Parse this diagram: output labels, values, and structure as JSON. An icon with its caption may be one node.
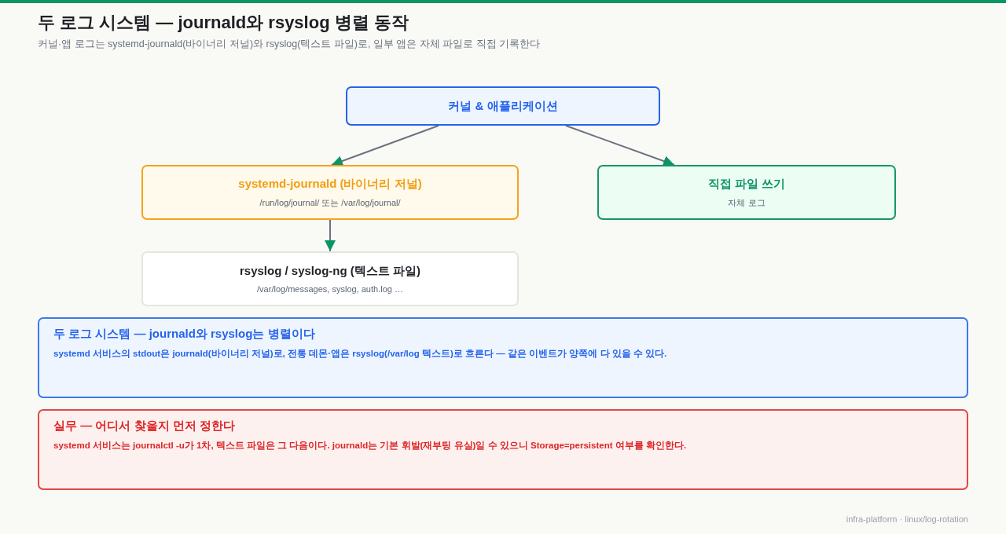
{
  "diagram": {
    "title": "두 로그 시스템 — journald와 rsyslog 병렬 동작",
    "nodes": [
      {
        "text": [
          "커널 & 애플리케이션"
        ]
      },
      {
        "text": [
          "systemd-journald (바이너리 저널)",
          "/run/log/journal/ 또는 /var/log/journal/"
        ]
      },
      {
        "text": [
          "직접 파일 쓰기",
          "자체 로그"
        ]
      },
      {
        "text": [
          "rsyslog / syslog-ng (텍스트 파일)",
          "/var/log/messages, syslog, auth.log …"
        ]
      },
      {
        "text": [
          "두 로그 시스템 — journald와 rsyslog는 병렬이다",
          "systemd 서비스의 stdout은 journald(바이너리 저널)로, 전통 데몬·앱은 rsyslog(/var/log 텍스트)로 흐른다 — 같은 이벤트가 양쪽에 다 있을 수 있다."
        ]
      },
      {
        "text": [
          "실무 — 어디서 찾을지 먼저 정한다",
          "systemd 서비스는 journalctl -u가 1차, 텍스트 파일은 그 다음이다. journald는 기본 휘발(재부팅 유실)일 수 있으니 Storage=persistent 여부를 확인한다."
        ]
      }
    ],
    "edges": [
      {
        "from": 0,
        "to": 1,
        "arrow": "to"
      },
      {
        "from": 0,
        "to": 2,
        "arrow": "to"
      },
      {
        "from": 1,
        "to": 3,
        "arrow": "to"
      }
    ],
    "labels": [
      "커널·앱 로그는 systemd-journald(바이너리 저널)와 rsyslog(텍스트 파일)로, 일부 앱은 자체 파일로 직접 기록한다",
      "infra-platform · linux/log-rotation"
    ]
  }
}
